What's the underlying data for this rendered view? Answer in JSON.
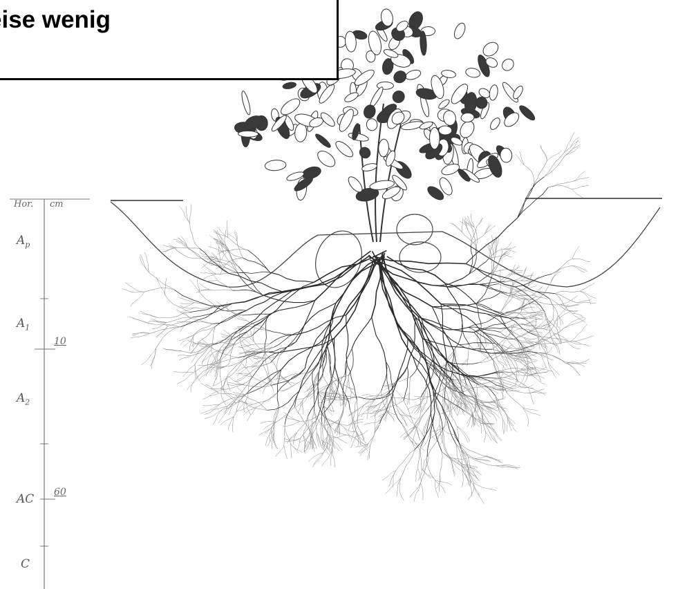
{
  "callout": {
    "text": "eise wenig"
  },
  "scale": {
    "header_horizon": "Hor.",
    "header_unit": "cm",
    "horizons": [
      {
        "base": "A",
        "sub": "p"
      },
      {
        "base": "A",
        "sub": "1"
      },
      {
        "base": "A",
        "sub": "2"
      },
      {
        "base": "AC",
        "sub": ""
      },
      {
        "base": "C",
        "sub": ""
      }
    ],
    "depth_marks": [
      "10",
      "60"
    ]
  },
  "colors": {
    "ink": "#2b2b2b",
    "root_light": "#8a8a8a",
    "label": "#555555"
  }
}
